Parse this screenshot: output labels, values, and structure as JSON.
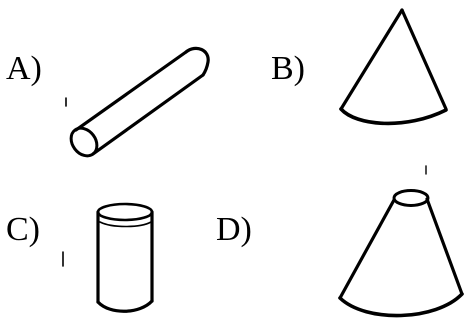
{
  "options": [
    {
      "id": "A",
      "label": "A)",
      "shape_icon": "horizontal-cylinder-icon"
    },
    {
      "id": "B",
      "label": "B)",
      "shape_icon": "cone-icon"
    },
    {
      "id": "C",
      "label": "C)",
      "shape_icon": "vertical-cylinder-icon"
    },
    {
      "id": "D",
      "label": "D)",
      "shape_icon": "truncated-cone-icon"
    }
  ],
  "colors": {
    "ink": "#000000",
    "background": "#ffffff"
  }
}
